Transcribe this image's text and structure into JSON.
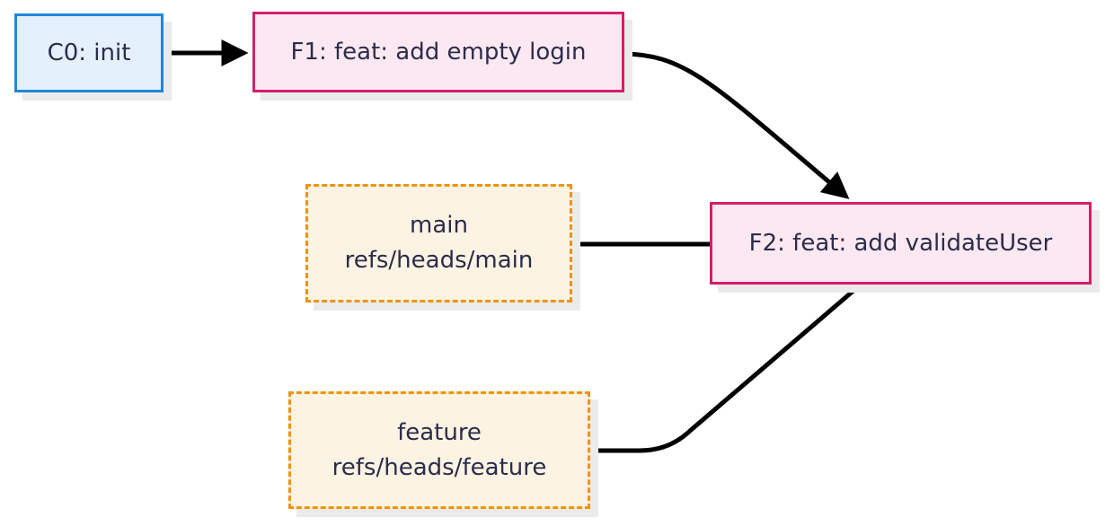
{
  "diagram": {
    "type": "git-commit-graph",
    "background_color": "#ffffff",
    "nodes": {
      "c0": {
        "label": "C0: init",
        "fill": "#e4f0fb",
        "border_color": "#2186d9",
        "border_style": "solid"
      },
      "f1": {
        "label": "F1: feat: add empty login",
        "fill": "#fce8f0",
        "border_color": "#d61f69",
        "border_style": "solid"
      },
      "f2": {
        "label": "F2: feat: add validateUser",
        "fill": "#fce8f0",
        "border_color": "#d61f69",
        "border_style": "solid"
      },
      "main": {
        "label": "main",
        "sublabel": "refs/heads/main",
        "fill": "#fdf3e3",
        "border_color": "#f0930e",
        "border_style": "dashed"
      },
      "feature": {
        "label": "feature",
        "sublabel": "refs/heads/feature",
        "fill": "#fdf3e3",
        "border_color": "#f0930e",
        "border_style": "dashed"
      }
    },
    "edges": [
      {
        "from": "c0",
        "to": "f1",
        "arrowhead": true
      },
      {
        "from": "f1",
        "to": "f2",
        "arrowhead": true
      },
      {
        "from": "main",
        "to": "f2",
        "arrowhead": false
      },
      {
        "from": "feature",
        "to": "f2",
        "arrowhead": false
      }
    ],
    "colors": {
      "edge": "#000000",
      "text": "#2c2c4c",
      "shadow": "#ebebeb",
      "commit_fill": "#fce8f0",
      "commit_border": "#d61f69",
      "init_fill": "#e4f0fb",
      "init_border": "#2186d9",
      "branch_fill": "#fdf3e3",
      "branch_border": "#f0930e"
    }
  }
}
